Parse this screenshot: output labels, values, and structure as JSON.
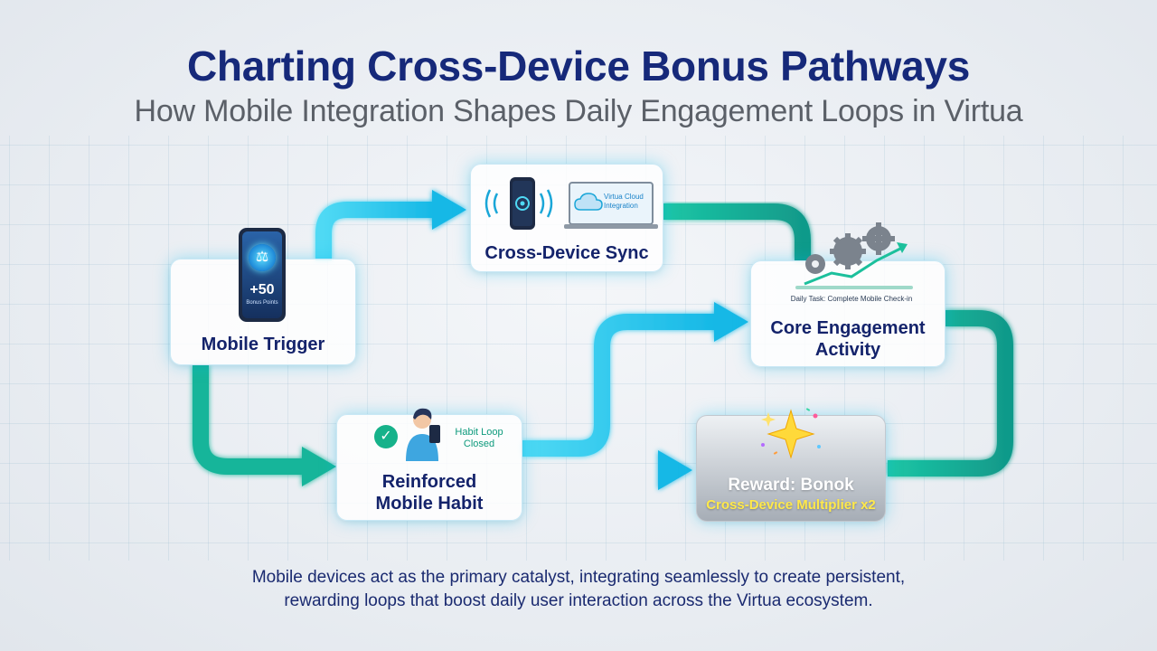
{
  "header": {
    "title": "Charting Cross-Device Bonus Pathways",
    "subtitle": "How Mobile Integration Shapes Daily Engagement Loops in Virtua"
  },
  "nodes": {
    "mobile_trigger": {
      "label": "Mobile Trigger",
      "phone_value": "+50",
      "phone_caption": "Bonus Points",
      "icon": "bell-icon"
    },
    "cross_device_sync": {
      "label": "Cross-Device Sync",
      "laptop_caption": "Virtua Cloud Integration",
      "icon": "sync-phone-laptop-icon"
    },
    "core_engagement": {
      "label_line1": "Core Engagement",
      "label_line2": "Activity",
      "task_caption": "Daily Task: Complete Mobile Check-in",
      "icon": "gears-growth-icon"
    },
    "reinforced_habit": {
      "label_line1": "Reinforced",
      "label_line2": "Mobile Habit",
      "badge_line1": "Habit Loop",
      "badge_line2": "Closed",
      "icon": "person-phone-icon"
    },
    "reward": {
      "label": "Reward: Bonok",
      "multiplier": "Cross-Device Multiplier x2",
      "icon": "sparkle-icon"
    }
  },
  "footer": {
    "caption_line1": "Mobile devices act as the primary catalyst, integrating seamlessly to create persistent,",
    "caption_line2": "rewarding loops that boost daily user interaction across the Virtua ecosystem."
  },
  "colors": {
    "title": "#16297a",
    "flow_cyan": "#1ec3ea",
    "flow_teal": "#17ad93",
    "reward_text": "#ffe94a",
    "habit_green": "#16b28a"
  }
}
